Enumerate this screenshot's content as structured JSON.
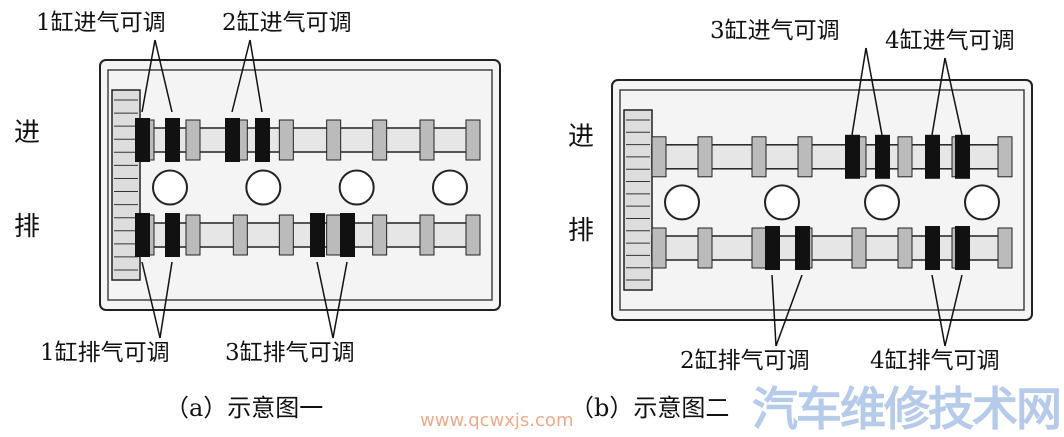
{
  "panel_a": {
    "labels": {
      "intake_1": "1缸进气可调",
      "intake_2": "2缸进气可调",
      "exhaust_1": "1缸排气可调",
      "exhaust_3": "3缸排气可调"
    },
    "side_intake": "进",
    "side_exhaust": "排",
    "caption": "（a）示意图一"
  },
  "panel_b": {
    "labels": {
      "intake_3": "3缸进气可调",
      "intake_4": "4缸进气可调",
      "exhaust_2": "2缸排气可调",
      "exhaust_4": "4缸排气可调"
    },
    "side_intake": "进",
    "side_exhaust": "排",
    "caption": "（b）示意图二"
  },
  "watermark": {
    "text": "汽车维修技术网",
    "url": "www.qcwxjs.com"
  }
}
